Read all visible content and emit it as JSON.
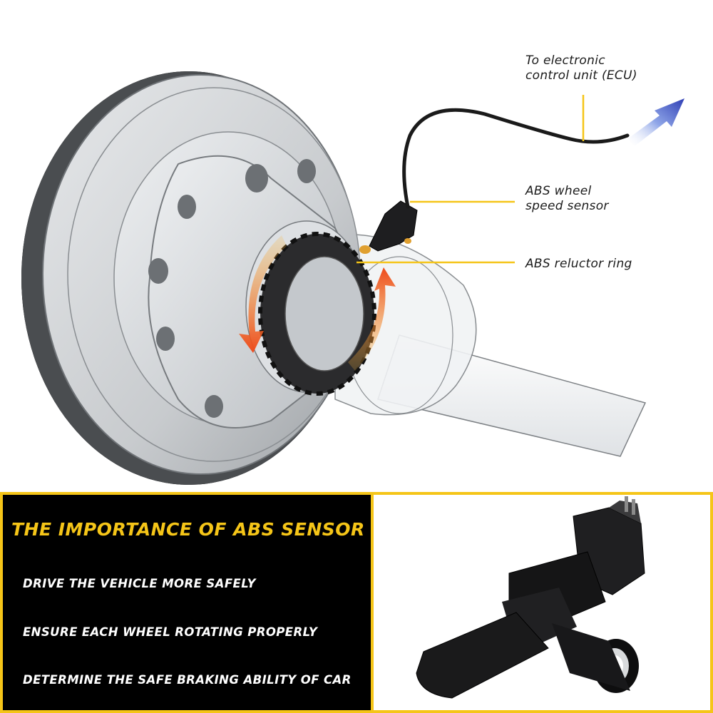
{
  "callouts": {
    "ecu": {
      "line1": "To electronic",
      "line2": "control unit (ECU)"
    },
    "sensor": {
      "line1": "ABS wheel",
      "line2": "speed sensor"
    },
    "ring": {
      "line1": "ABS reluctor ring"
    }
  },
  "panel": {
    "title": "THE IMPORTANCE OF ABS SENSOR",
    "benefits": [
      "DRIVE THE VEHICLE MORE SAFELY",
      "ENSURE EACH WHEEL ROTATING PROPERLY",
      "DETERMINE THE SAFE BRAKING ABILITY OF CAR"
    ]
  },
  "colors": {
    "accent_yellow": "#f5c518",
    "panel_background": "#000000",
    "arrow_orange": "#f06a1c",
    "arrow_blue": "#2f3fb5"
  }
}
